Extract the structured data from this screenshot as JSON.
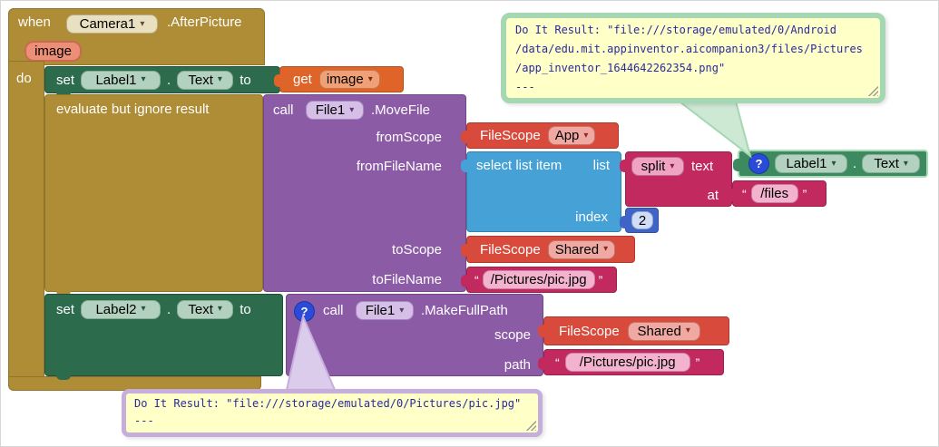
{
  "icons": {
    "dropdown": "▾",
    "help": "?",
    "open_quote": "“",
    "close_quote": "”"
  },
  "palette": {
    "event_gold": "#AF8C36",
    "setter_green": "#2D6B4D",
    "getter_green": "#3D8A60",
    "variable_orange": "#DF6429",
    "method_purple": "#8C5BA6",
    "helper_red": "#D84A3B",
    "list_blue": "#45A1D6",
    "text_crimson": "#C2295F",
    "number_blue": "#3F63C7",
    "tooltip_bg": "#FFFFC8",
    "tooltip_border_green": "#A5D7B2",
    "tooltip_border_purple": "#C7ADDC",
    "tooltip_text": "#2A2A9C"
  },
  "when_block": {
    "keyword": "when",
    "component": "Camera1",
    "event": ".AfterPicture",
    "param": "image",
    "do_label": "do"
  },
  "set_label1": {
    "keyword": "set",
    "component": "Label1",
    "dot": ".",
    "property": "Text",
    "to": "to"
  },
  "get_image": {
    "keyword": "get",
    "variable": "image"
  },
  "evaluate_block": {
    "label": "evaluate but ignore result"
  },
  "movefile_block": {
    "keyword": "call",
    "component": "File1",
    "method": ".MoveFile",
    "from_scope_label": "fromScope",
    "from_filename_label": "fromFileName",
    "to_scope_label": "toScope",
    "to_filename_label": "toFileName"
  },
  "from_scope_value": {
    "label": "FileScope",
    "value": "App"
  },
  "select_block": {
    "label": "select list item",
    "list_label": "list",
    "index_label": "index"
  },
  "index_value": {
    "value": "2"
  },
  "split_block": {
    "operator": "split",
    "text_label": "text",
    "at_label": "at"
  },
  "split_at_value": {
    "value": "/files"
  },
  "label1_getter": {
    "component": "Label1",
    "dot": ".",
    "property": "Text"
  },
  "to_scope_value": {
    "label": "FileScope",
    "value": "Shared"
  },
  "to_filename_value": {
    "value": "/Pictures/pic.jpg"
  },
  "set_label2": {
    "keyword": "set",
    "component": "Label2",
    "dot": ".",
    "property": "Text",
    "to": "to"
  },
  "makefullpath_block": {
    "keyword": "call",
    "component": "File1",
    "method": ".MakeFullPath",
    "scope_label": "scope",
    "path_label": "path"
  },
  "scope_value": {
    "label": "FileScope",
    "value": "Shared"
  },
  "path_value": {
    "value": "/Pictures/pic.jpg"
  },
  "tooltip_top": {
    "lines": [
      "Do It Result: \"file:///storage/emulated/0/Android",
      "/data/edu.mit.appinventor.aicompanion3/files/Pictures",
      "/app_inventor_1644642262354.png\"",
      "---"
    ]
  },
  "tooltip_bottom": {
    "lines": [
      "Do It Result: \"file:///storage/emulated/0/Pictures/pic.jpg\"",
      "---"
    ]
  }
}
